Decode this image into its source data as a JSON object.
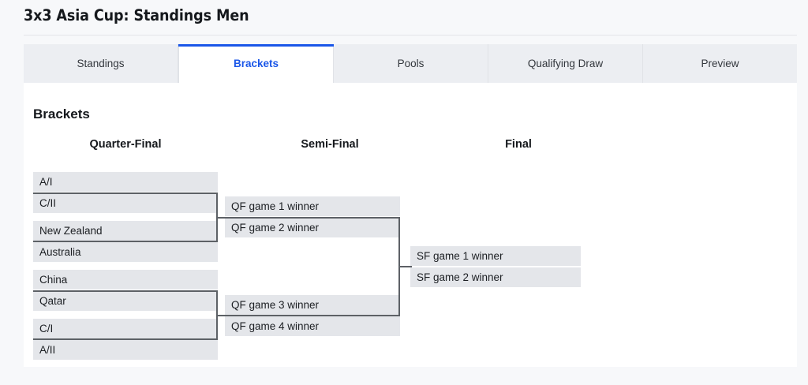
{
  "header": {
    "title": "3x3 Asia Cup: Standings Men"
  },
  "tabs": [
    {
      "label": "Standings",
      "active": false
    },
    {
      "label": "Brackets",
      "active": true
    },
    {
      "label": "Pools",
      "active": false
    },
    {
      "label": "Qualifying Draw",
      "active": false
    },
    {
      "label": "Preview",
      "active": false
    }
  ],
  "main": {
    "section_title": "Brackets",
    "rounds": {
      "quarter_final": "Quarter-Final",
      "semi_final": "Semi-Final",
      "final": "Final"
    },
    "quarter_final_slots": [
      "A/I",
      "C/II",
      "New Zealand",
      "Australia",
      "China",
      "Qatar",
      "C/I",
      "A/II"
    ],
    "semi_final_slots": [
      "QF game 1 winner",
      "QF game 2 winner",
      "QF game 3 winner",
      "QF game 4 winner"
    ],
    "final_slots": [
      "SF game 1 winner",
      "SF game 2 winner"
    ]
  },
  "colors": {
    "accent": "#1a56e8",
    "slot_bg": "#e4e6ea",
    "connector": "#5d6166",
    "tab_bg": "#eceef2",
    "page_bg": "#f7f8fa"
  }
}
